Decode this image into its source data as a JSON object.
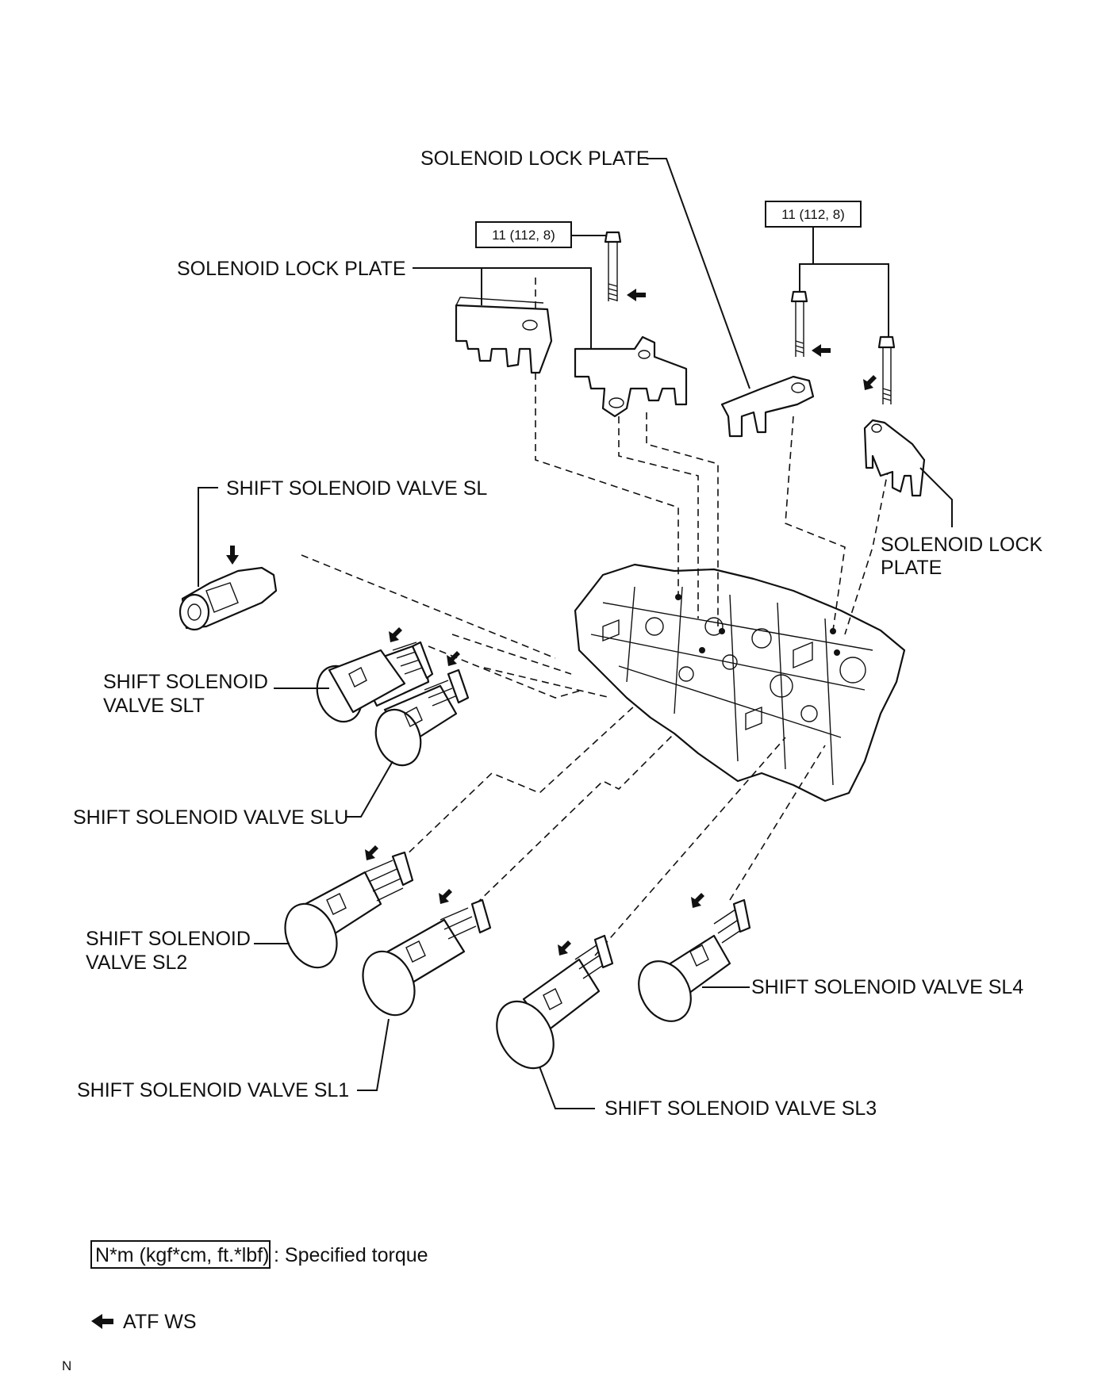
{
  "labels": {
    "lock_plate_top": "SOLENOID LOCK PLATE",
    "lock_plate_left": "SOLENOID LOCK PLATE",
    "lock_plate_right_1": "SOLENOID LOCK",
    "lock_plate_right_2": "PLATE",
    "sl": "SHIFT SOLENOID VALVE SL",
    "slt_1": "SHIFT SOLENOID",
    "slt_2": "VALVE SLT",
    "slu": "SHIFT SOLENOID VALVE SLU",
    "sl2_1": "SHIFT SOLENOID",
    "sl2_2": "VALVE SL2",
    "sl1": "SHIFT SOLENOID VALVE SL1",
    "sl3": "SHIFT SOLENOID VALVE SL3",
    "sl4": "SHIFT SOLENOID VALVE SL4"
  },
  "torque": {
    "left": "11 (112, 8)",
    "right": "11 (112, 8)"
  },
  "legend": {
    "torque_box": "N*m (kgf*cm, ft.*lbf)",
    "torque_text": ": Specified torque",
    "atf_text": "ATF WS"
  },
  "corner_mark": "N",
  "icons": {
    "arrow": "atf-arrow-icon"
  }
}
